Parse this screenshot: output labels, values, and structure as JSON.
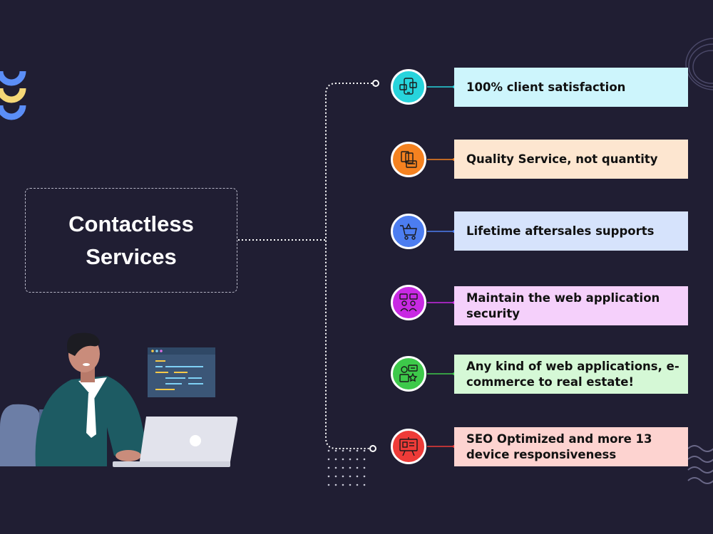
{
  "center": {
    "title": "Contactless Services"
  },
  "items": [
    {
      "label": "100% client satisfaction",
      "icon": "mobile-devices-icon",
      "color": "#27d4dc",
      "card_color": "#cdf5fc",
      "line_color": "#27d4dc"
    },
    {
      "label": "Quality Service, not quantity",
      "icon": "documents-card-icon",
      "color": "#f58220",
      "card_color": "#fde6d0",
      "line_color": "#f58220"
    },
    {
      "label": "Lifetime aftersales supports",
      "icon": "shopping-cart-icon",
      "color": "#4c7df0",
      "card_color": "#d6e3fc",
      "line_color": "#4c7df0"
    },
    {
      "label": "Maintain the web application security",
      "icon": "support-team-icon",
      "color": "#c829e3",
      "card_color": "#f5d0fb",
      "line_color": "#c829e3"
    },
    {
      "label": "Any kind of web applications, e-commerce to real estate!",
      "icon": "feedback-rating-icon",
      "color": "#3dc94a",
      "card_color": "#d5f8d6",
      "line_color": "#3dc94a"
    },
    {
      "label": "SEO Optimized and more 13 device responsiveness",
      "icon": "presentation-board-icon",
      "color": "#ee3b38",
      "card_color": "#fdd3d0",
      "line_color": "#ee3b38"
    }
  ]
}
